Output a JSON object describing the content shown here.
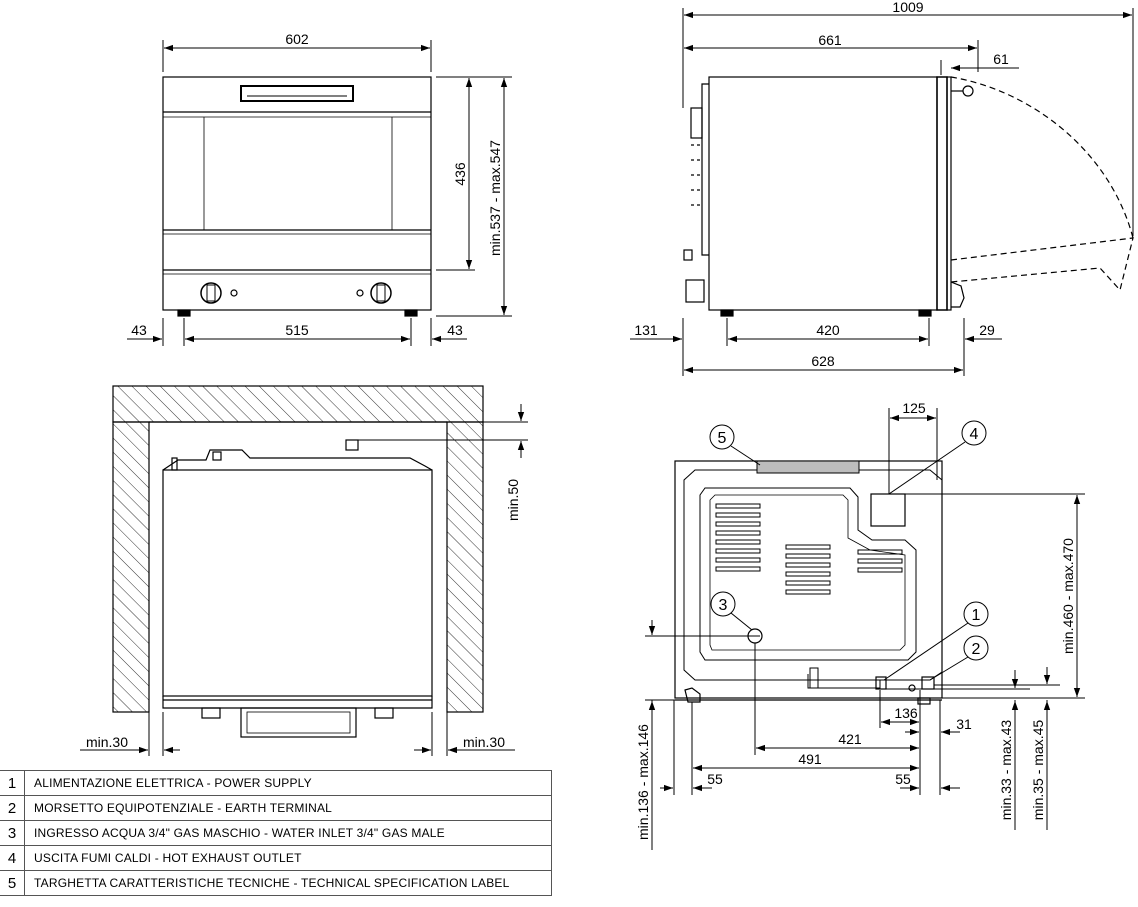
{
  "dimensions": {
    "front_width": "602",
    "front_height": "436",
    "front_total_height": "min.537 - max.547",
    "front_left_margin": "43",
    "front_feet_span": "515",
    "front_right_margin": "43",
    "side_total_door_open": "1009",
    "side_depth": "661",
    "side_door_offset": "61",
    "side_rear_overhang": "131",
    "side_feet_span": "420",
    "side_front_overhang": "29",
    "side_body_depth": "628",
    "top_rear_clearance": "min.50",
    "top_left_clearance": "min.30",
    "top_right_clearance": "min.30",
    "rear_exhaust_offset": "125",
    "rear_exhaust_height": "min.460 - max.470",
    "rear_water_inlet_height": "min.136 - max.146",
    "rear_supply_offset": "136",
    "rear_earth_offset": "31",
    "rear_inlet_to_right": "421",
    "rear_foot_span": "491",
    "rear_left_foot": "55",
    "rear_right_foot": "55",
    "rear_supply_height": "min.33 - max.43",
    "rear_earth_height": "min.35 - max.45"
  },
  "callouts": {
    "c1": "1",
    "c2": "2",
    "c3": "3",
    "c4": "4",
    "c5": "5"
  },
  "legend": [
    {
      "num": "1",
      "text": "ALIMENTAZIONE ELETTRICA - POWER SUPPLY"
    },
    {
      "num": "2",
      "text": "MORSETTO EQUIPOTENZIALE - EARTH TERMINAL"
    },
    {
      "num": "3",
      "text": "INGRESSO ACQUA 3/4\" GAS MASCHIO - WATER INLET 3/4\" GAS MALE"
    },
    {
      "num": "4",
      "text": "USCITA FUMI CALDI - HOT EXHAUST OUTLET"
    },
    {
      "num": "5",
      "text": "TARGHETTA CARATTERISTICHE TECNICHE - TECHNICAL SPECIFICATION LABEL"
    }
  ]
}
